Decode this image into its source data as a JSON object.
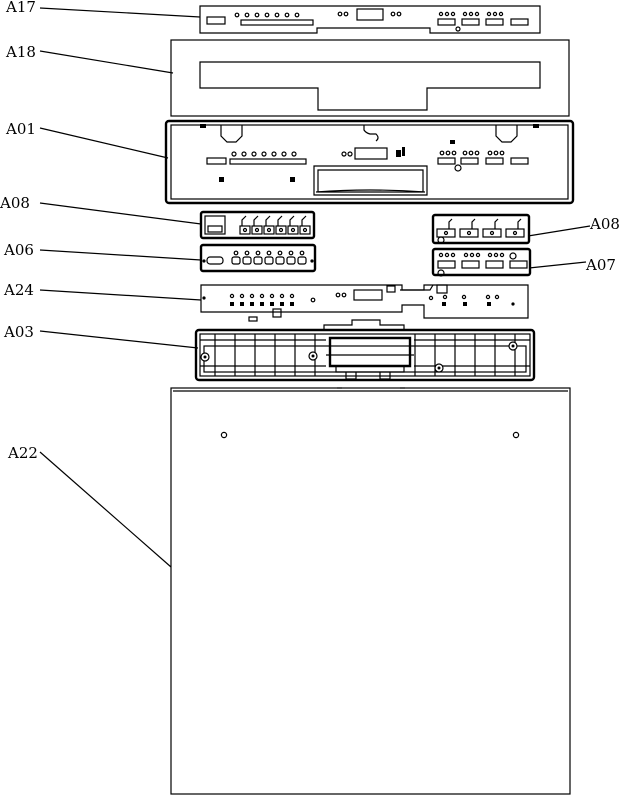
{
  "labels": {
    "a17": "A17",
    "a18": "A18",
    "a01": "A01",
    "a08_left": "A08",
    "a08_right": "A08",
    "a06": "A06",
    "a07": "A07",
    "a24": "A24",
    "a03": "A03",
    "a22": "A22"
  }
}
